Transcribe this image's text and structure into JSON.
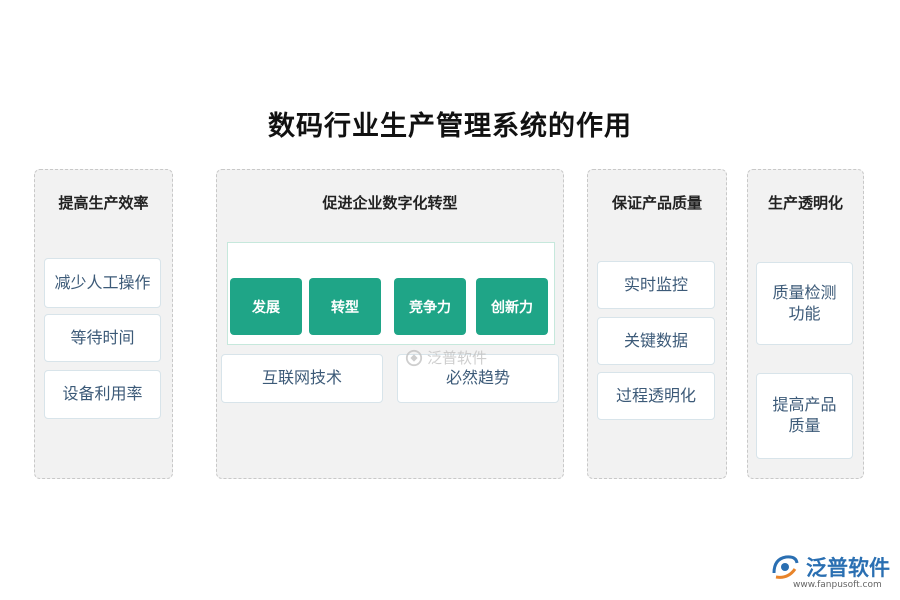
{
  "title": "数码行业生产管理系统的作用",
  "panel1": {
    "title": "提高生产效率",
    "items": [
      "减少人工操作",
      "等待时间",
      "设备利用率"
    ]
  },
  "panel2": {
    "title": "促进企业数字化转型",
    "buttons": [
      "发展",
      "转型",
      "竞争力",
      "创新力"
    ],
    "cards": [
      "互联网技术",
      "必然趋势"
    ]
  },
  "panel3": {
    "title": "保证产品质量",
    "items": [
      "实时监控",
      "关键数据",
      "过程透明化"
    ]
  },
  "panel4": {
    "title": "生产透明化",
    "items": [
      "质量检测\n功能",
      "提高产品\n质量"
    ]
  },
  "watermark": "泛普软件",
  "brand": {
    "name": "泛普软件",
    "url": "www.fanpusoft.com"
  }
}
